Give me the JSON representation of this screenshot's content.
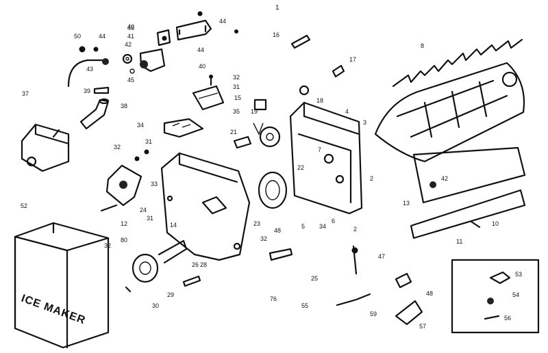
{
  "labels": [
    "1",
    "44",
    "44",
    "50",
    "44",
    "46",
    "41",
    "40",
    "42",
    "43",
    "45",
    "39",
    "16",
    "17",
    "8",
    "37",
    "38",
    "32",
    "31",
    "15",
    "35",
    "18",
    "34",
    "19",
    "21",
    "4",
    "3",
    "7",
    "32",
    "31",
    "33",
    "2",
    "42",
    "24",
    "22",
    "12",
    "31",
    "48",
    "5",
    "34",
    "6",
    "2",
    "13",
    "10",
    "11",
    "52",
    "14",
    "23",
    "32",
    "80",
    "32",
    "26",
    "28",
    "47",
    "29",
    "30",
    "25",
    "76",
    "55",
    "48",
    "59",
    "57",
    "53",
    "54",
    "56",
    "40"
  ],
  "box_text": "ICE MAKER"
}
